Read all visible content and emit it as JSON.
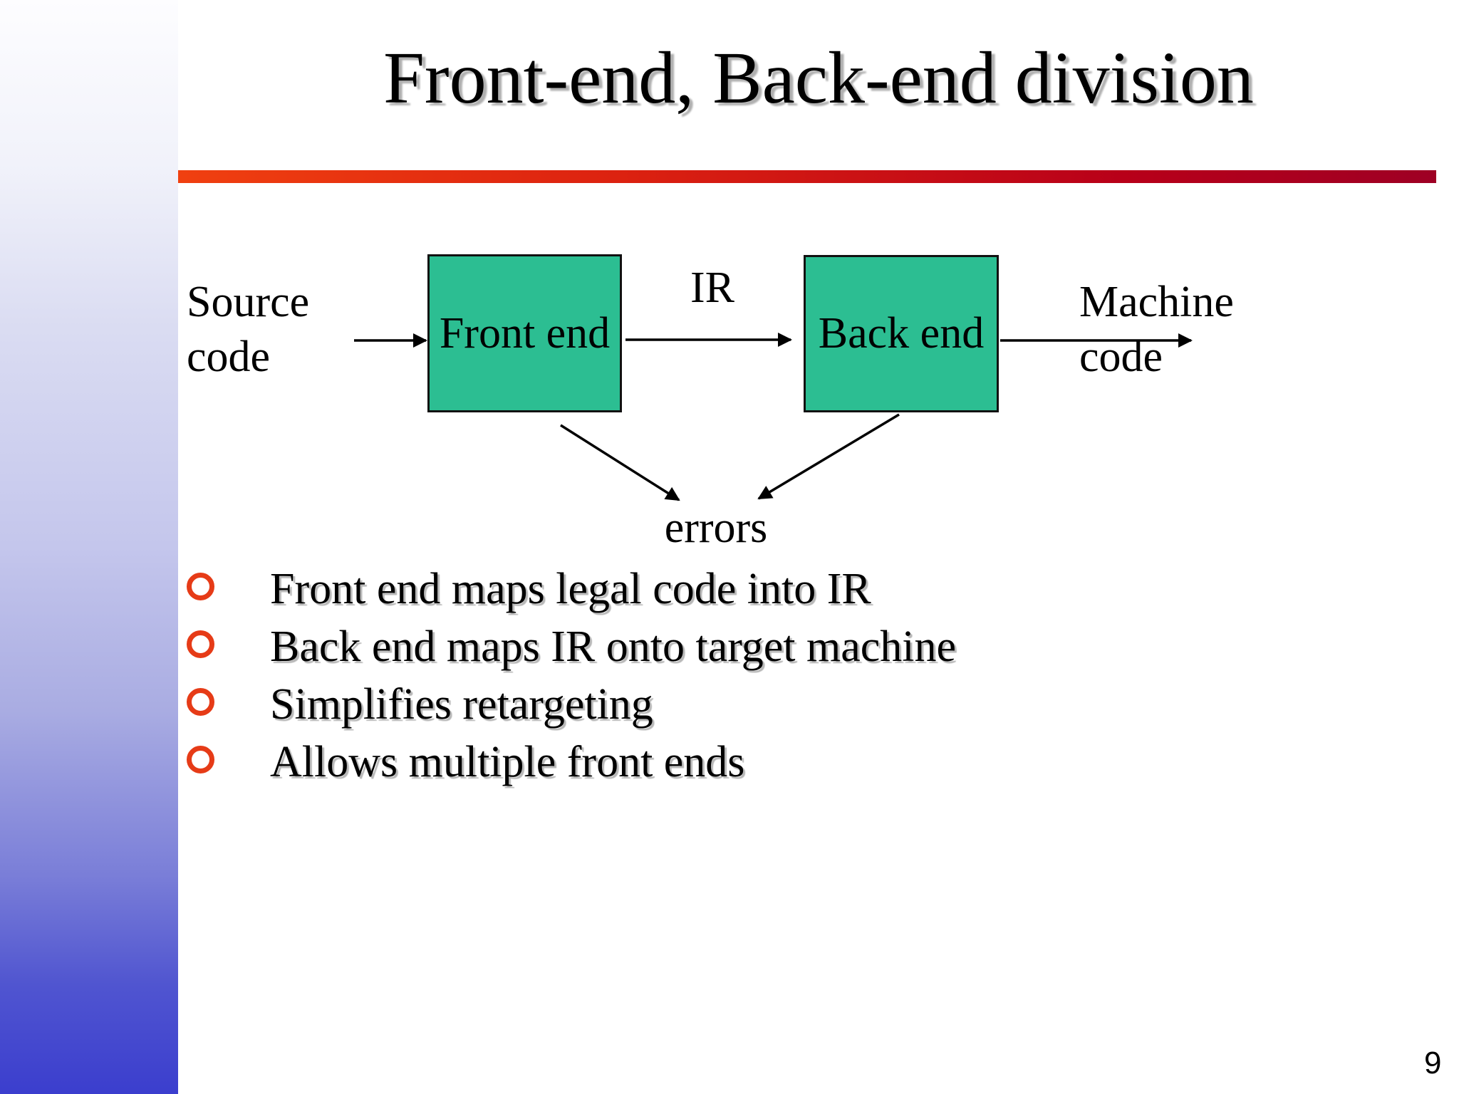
{
  "slide": {
    "title": "Front-end, Back-end division",
    "page_number": "9"
  },
  "diagram": {
    "source_label": {
      "line1": "Source",
      "line2": "code"
    },
    "front_end_box": "Front end",
    "ir_label": "IR",
    "back_end_box": "Back end",
    "machine_label": {
      "line1": "Machine",
      "line2": "code"
    },
    "errors_label": "errors"
  },
  "bullets": [
    {
      "text": "Front end maps legal code into IR"
    },
    {
      "text": "Back end maps IR onto target machine"
    },
    {
      "text": "Simplifies retargeting"
    },
    {
      "text": "Allows multiple front ends"
    }
  ],
  "colors": {
    "box_fill": "#2cbe92",
    "bullet_ring": "#e63b17",
    "divider_left": "#f04010",
    "divider_right": "#9e0024",
    "divider_sidebar_bottom": "#3b3ece"
  }
}
